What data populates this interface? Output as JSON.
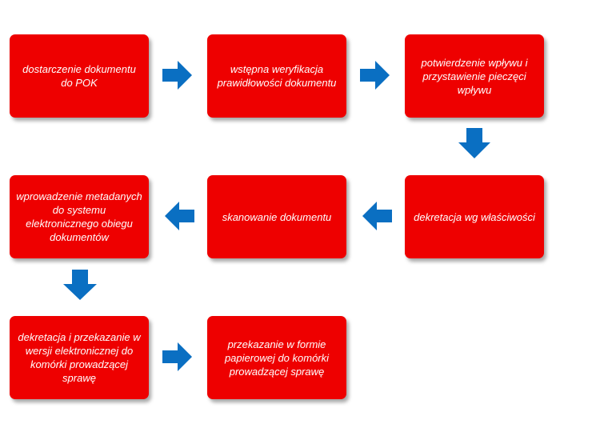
{
  "colors": {
    "box_fill": "#ee0000",
    "box_text": "#ffffff",
    "arrow": "#0a6fc2"
  },
  "steps": [
    {
      "text": "dostarczenie dokumentu do POK"
    },
    {
      "text": "wstępna weryfikacja prawidłowości dokumentu"
    },
    {
      "text": "potwierdzenie wpływu i przystawienie pieczęci wpływu"
    },
    {
      "text": "dekretacja wg właściwości"
    },
    {
      "text": "skanowanie dokumentu"
    },
    {
      "text": "wprowadzenie metadanych do systemu elektronicznego obiegu dokumentów"
    },
    {
      "text": "dekretacja i przekazanie w wersji elektronicznej do komórki prowadzącej sprawę"
    },
    {
      "text": "przekazanie w formie papierowej do komórki prowadzącej sprawę"
    }
  ]
}
